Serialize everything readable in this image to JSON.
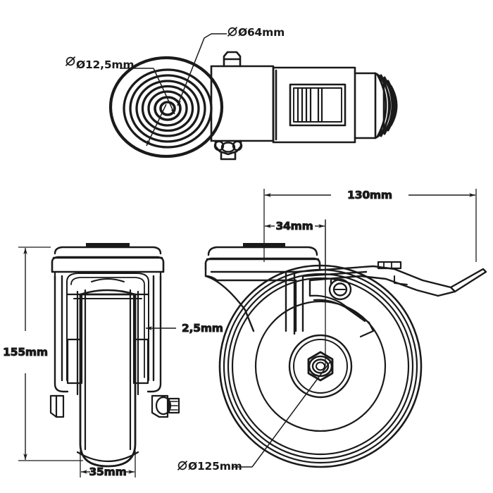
{
  "document": {
    "kind": "technical-drawing",
    "subject": "swivel caster wheel with brake",
    "background_color": "#ffffff",
    "line_color": "#1a1a1a",
    "views": [
      {
        "id": "top-view",
        "name": "Top view (plate / brake lever)"
      },
      {
        "id": "front-view",
        "name": "Front view (wheel face)"
      },
      {
        "id": "side-view",
        "name": "Side view (wheel profile with brake)"
      }
    ]
  },
  "dimensions": {
    "bore_diameter": "Ø12,5mm",
    "plate_bolt_circle": "Ø64mm",
    "overall_length": "130mm",
    "offset_length": "34mm",
    "overall_height": "155mm",
    "tread_thickness": "2,5mm",
    "wheel_width": "35mm",
    "wheel_diameter": "Ø125mm"
  },
  "labels": {
    "bore": "Ø12,5mm",
    "bolt_circle": "Ø64mm",
    "length_130": "130mm",
    "length_34": "34mm",
    "height_155": "155mm",
    "thickness_25": "2,5mm",
    "width_35": "35mm",
    "diameter_125": "Ø125mm"
  },
  "icons": {
    "diameter_symbol": "diameter-symbol",
    "arrow_head": "dimension-arrow-icon"
  }
}
